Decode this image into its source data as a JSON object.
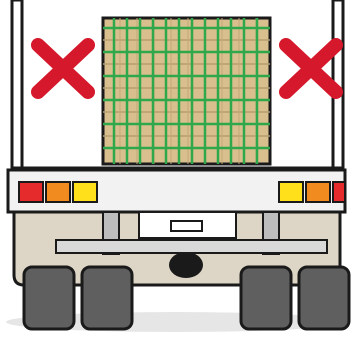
{
  "illustration": {
    "subject": "truck-rear-with-centered-load",
    "left_marker": "cross-mark",
    "right_marker": "cross-mark",
    "load_type": "boxes-with-green-netting"
  },
  "colors": {
    "background": "#ffffff",
    "truck_outline": "#1a1a1a",
    "bed_fill": "#ffffff",
    "bumper_fill": "#f2f2f2",
    "chassis_fill": "#ddd6c6",
    "load_fill": "#d8bf8d",
    "net_green": "#2ea84a",
    "cross_red": "#d5182b",
    "lamp_red": "#e52b2b",
    "lamp_orange": "#f18b1f",
    "lamp_yellow": "#ffe01a",
    "tire_fill": "#5f5f5f",
    "shadow_fill": "#e6e6e6"
  }
}
